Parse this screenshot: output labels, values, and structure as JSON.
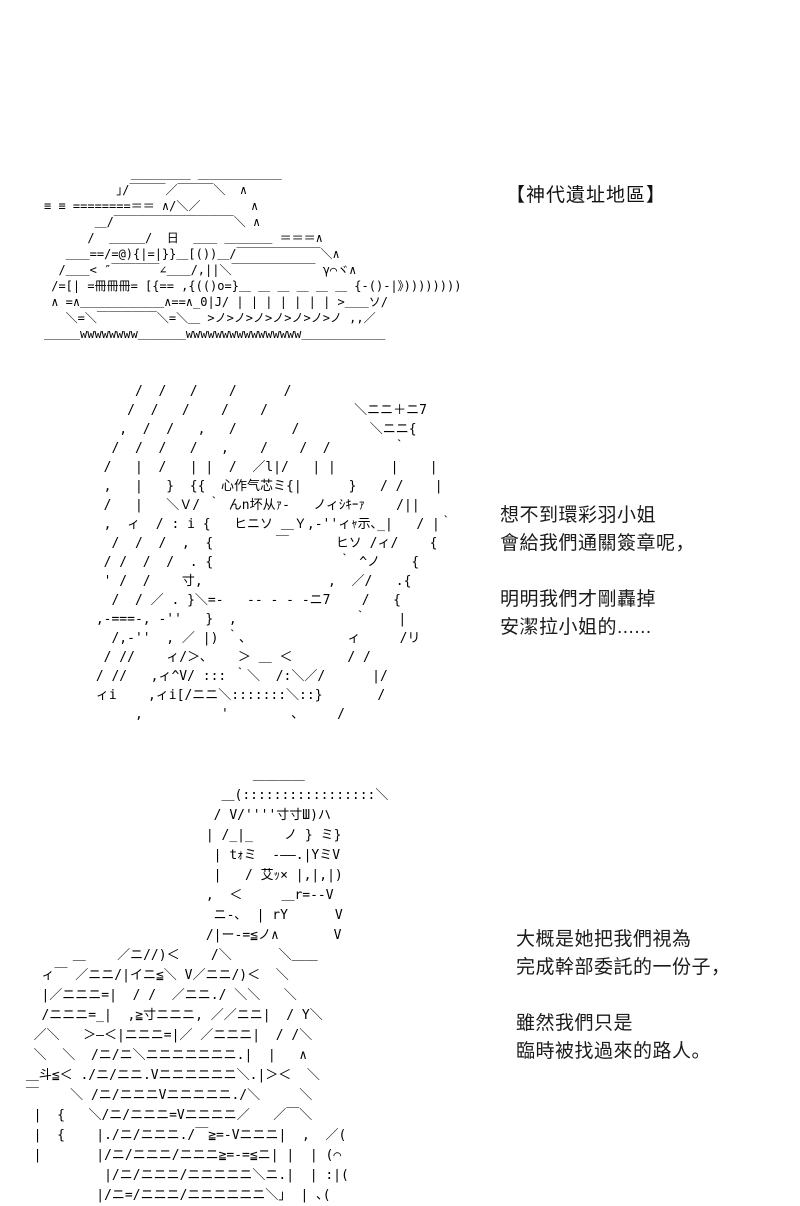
{
  "page": {
    "background_color": "#ffffff",
    "ink_color": "#000000",
    "text_color": "#1b1b1b"
  },
  "scene": {
    "location_label": "【神代遺址地區】"
  },
  "ascii_art": {
    "tank": [
      "            ＿＿＿＿＿ ＿＿＿＿＿＿＿",
      "          ｣/￣￣￣／￣￣￣＼  ∧",
      "≡ ≡ ========＝＝ ∧/＼／       ∧",
      "       ＿/￣￣￣￣￣￣￣￣￣￣＼ ∧",
      "      /  ＿＿＿/  日  ＿＿ ＿＿＿＿ ＝＝＝∧",
      "   ＿＿==/=@){|=|}}＿[())＿/￣￣￣￣￣￣￣＼∧",
      "  /＿＿< ″￣￣￣￣∠＿＿/,||＼￣￣￣￣￣￣￣ γ⌒ヾ∧",
      " /=[| =冊冊冊= [{== ,{(()o=}＿ ＿ ＿ ＿ ＿ ＿ {-()-|》))))))))",
      " ∧ =∧＿＿＿＿＿＿＿∧==∧_0|J/ | | | | | | | >＿＿ソ/",
      "   ＼=＼￣￣￣￣￣＼=＼＿ >ノ>ノ>ノ>ノ>ノ>ノ>ノ ,,／",
      "＿＿＿wwwwwwww＿＿＿＿wwwwwwwwwwwwwwww＿＿＿＿＿＿＿"
    ],
    "character_top": [
      "      /  /   /    /      /",
      "     /  /   /    /    /           ＼ニニ＋ニ7",
      "    ,  /  /   ,   /       /         ＼ニニ{",
      "   /  /  /   /   ,    /    /  /        ｀",
      "  /   |  /   | |  /  ／l|/   | |       |    |",
      "  ,   |   }  {{  心作气芯ミ{|      }   / /    |",
      "  /   |   ＼Ｖ/ ｀ んn坏从ｧ-   ノィｼｷｰｧ    /||",
      "  ,  ィ  / : i {   ヒニソ ＿Ｙ,-''ィｬ示､_|   / |｀",
      "   /  /  /  ,  {        ￣      ヒソ /ィ/    {",
      "  / /  /  /  . {                ｀ ^ノ    {",
      "  ' /  /    寸,                ,  ／/   .{",
      "   /  / ／ . }＼=-   -- - - -ニ7    /   {",
      " ,-===-, -''   }  ,               ｀    |",
      "   /,-''  , ／ |) ｀､             ィ     /リ",
      "  / //    ィ/＞､    ＞ ＿ ＜       / /",
      " / //   ,ィ^V/ ::: ｀＼  /:＼／/      |/",
      " ィi    ,ィi[/ニニ＼:::::::＼::}       /",
      "      ,          '        ､     /"
    ],
    "character_bottom": [
      "                              ＿＿＿＿",
      "                          ＿(:::::::::::::::::＼",
      "                         / V/''''寸寸Ш)ハ",
      "                        | /_|_    ノ } ミ}",
      "                         | tｫミ  -――.|YミV",
      "                         |   / 艾ｯ× |,|,|)",
      "                        ,  ＜     ＿r=--V",
      "                         ニ-､  | rY      V",
      "                        /|ー-=≦ノ∧       V",
      "       ＿    ／ニ//)＜    /＼      ＼＿＿",
      "   ィ￣ ／ニニ/|イニ≦＼ V／ニニ/)＜  ＼",
      "   |／ニニニ=|  / /  ／ニニ./ ＼＼   ＼",
      "   /ニニニ=_|  ,≧寸ニニニ, ／／ニニ|  / Y＼",
      "  ／＼   ＞―＜|ニニニ=|／ ／ニニニ|  / /＼",
      "  ＼  ＼  /ニ/ニ＼ニニニニニニニ.|  |   ∧",
      " ＿斗≦＜ ./ニ/ニニ.Vニニニニニニ＼.|＞＜  ＼",
      " ￣    ＼ /ニ/ニニニVニニニニニ./＼     ＼",
      "  |  {   ＼/ニ/ニニニ=Vニニニニ／   ／￣＼",
      "  |  {    |./ニ/ニニニ./￣≧=-Vニニニ|  ,  ／(",
      "  |       |/ニ/ニニニ/ニニニ≧=-=≦ニ| |  | (⌒",
      "           |/ニ/ニニニ/ニニニニニ＼ニ.|  | :|(",
      "          |/ニ=/ニニニ/ニニニニニニ＼｣  | ､("
    ]
  },
  "dialogue": {
    "block1": [
      "想不到環彩羽小姐",
      "會給我們通關簽章呢，",
      "",
      "明明我們才剛轟掉",
      "安潔拉小姐的......"
    ],
    "block2": [
      "大概是她把我們視為",
      "完成幹部委託的一份子，",
      "",
      "雖然我們只是",
      "臨時被找過來的路人。"
    ]
  }
}
